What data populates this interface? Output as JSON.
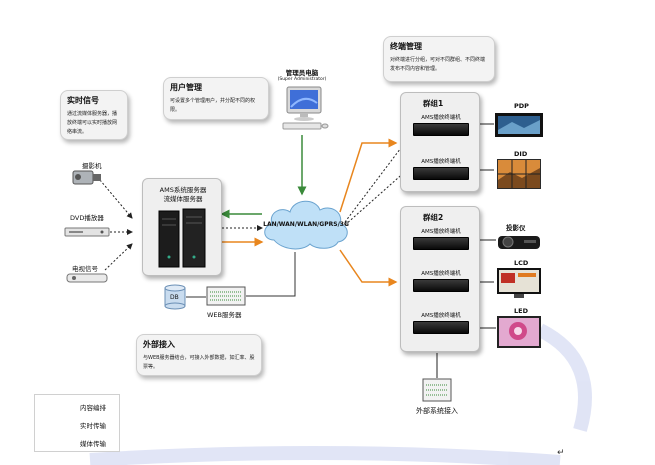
{
  "notes": {
    "realtime": {
      "title": "实时信号",
      "body": "通过流媒体服务器，播放终端可以实时播放网络串流。"
    },
    "user_mgmt": {
      "title": "用户管理",
      "body": "可设置多个管理用户，并分配不同的权限。"
    },
    "terminal_mgmt": {
      "title": "终端管理",
      "body": "对终端进行分组，可对不同群组、不同终端发布不同内容和管理。"
    },
    "external": {
      "title": "外部接入",
      "body": "与WEB服务器结合，可接入外部数据，如汇率、股票等。"
    }
  },
  "admin": {
    "title": "管理员电脑",
    "subtitle": "(Super Administrator)"
  },
  "sources": {
    "camera": "摄影机",
    "dvd": "DVD播放器",
    "tv": "电视信号"
  },
  "server": {
    "line1": "AMS系统服务器",
    "line2": "流媒体服务器"
  },
  "db": {
    "label": "DB"
  },
  "web_server": {
    "label": "WEB服务器"
  },
  "network": {
    "label": "LAN/WAN/WLAN/GPRS/3G"
  },
  "groups": [
    {
      "title": "群组1",
      "terminals": [
        "AMS播放终端机",
        "AMS播放终端机"
      ]
    },
    {
      "title": "群组2",
      "terminals": [
        "AMS播放终端机",
        "AMS播放终端机",
        "AMS播放终端机"
      ]
    }
  ],
  "displays": {
    "pdp": "PDP",
    "did": "DID",
    "projector": "投影仪",
    "lcd": "LCD",
    "led": "LED"
  },
  "external_system": {
    "label": "外部系统接入"
  },
  "legend": {
    "content": "内容编排",
    "realtime": "实时传输",
    "media": "媒体传输"
  },
  "colors": {
    "green": "#3a8a3a",
    "orange": "#e8861e",
    "black": "#222222",
    "watermark": "#c9cfee"
  }
}
